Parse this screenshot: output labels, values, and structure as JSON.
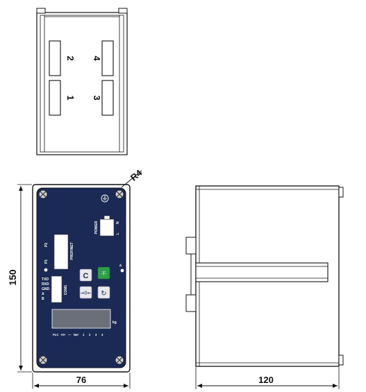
{
  "top_view": {
    "slot_labels": [
      "2",
      "4",
      "1",
      "3"
    ]
  },
  "front_view": {
    "radius_label": "R4",
    "height_label": "150",
    "width_label": "76",
    "panel": {
      "power_label": "POWER",
      "n_label": "N",
      "l_label": "L",
      "p2_label": "P2",
      "profinet_label": "PROFINET",
      "p1_label": "P1",
      "txd_label": "TXD",
      "rxd_label": "RXD",
      "gnd_label": "GND",
      "a_label": "A",
      "b_label": "B",
      "com1_label": "COM1",
      "c_button_label": "C",
      "kg_label": "kg",
      "bottom_labels": [
        "PLC",
        "+0+",
        "—",
        "Net",
        "1",
        "2",
        "3",
        "4"
      ],
      "colors": {
        "panel_bg": "#1b2a55",
        "green_button": "#2e9f47",
        "display": "#6b6f7a"
      }
    }
  },
  "side_view": {
    "width_label": "120"
  }
}
